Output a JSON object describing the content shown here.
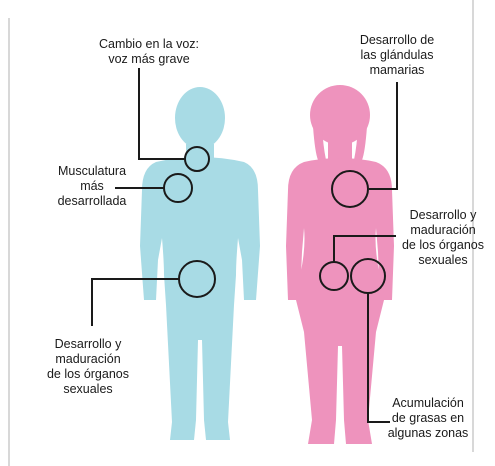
{
  "colors": {
    "male_figure": "#a8dbe5",
    "female_figure": "#ee93bd",
    "outline": "#1a1a1a",
    "background": "#ffffff"
  },
  "labels": {
    "voz": [
      "Cambio en la voz:",
      "voz más grave"
    ],
    "musculatura": [
      "Musculatura",
      "más",
      "desarrollada"
    ],
    "organos_masc": [
      "Desarrollo y",
      "maduración",
      "de los órganos",
      "sexuales"
    ],
    "mamarias": [
      "Desarrollo de",
      "las glándulas",
      "mamarias"
    ],
    "organos_fem": [
      "Desarrollo y",
      "maduración",
      "de los órganos",
      "sexuales"
    ],
    "grasas": [
      "Acumulación",
      "de grasas en",
      "algunas zonas"
    ]
  }
}
